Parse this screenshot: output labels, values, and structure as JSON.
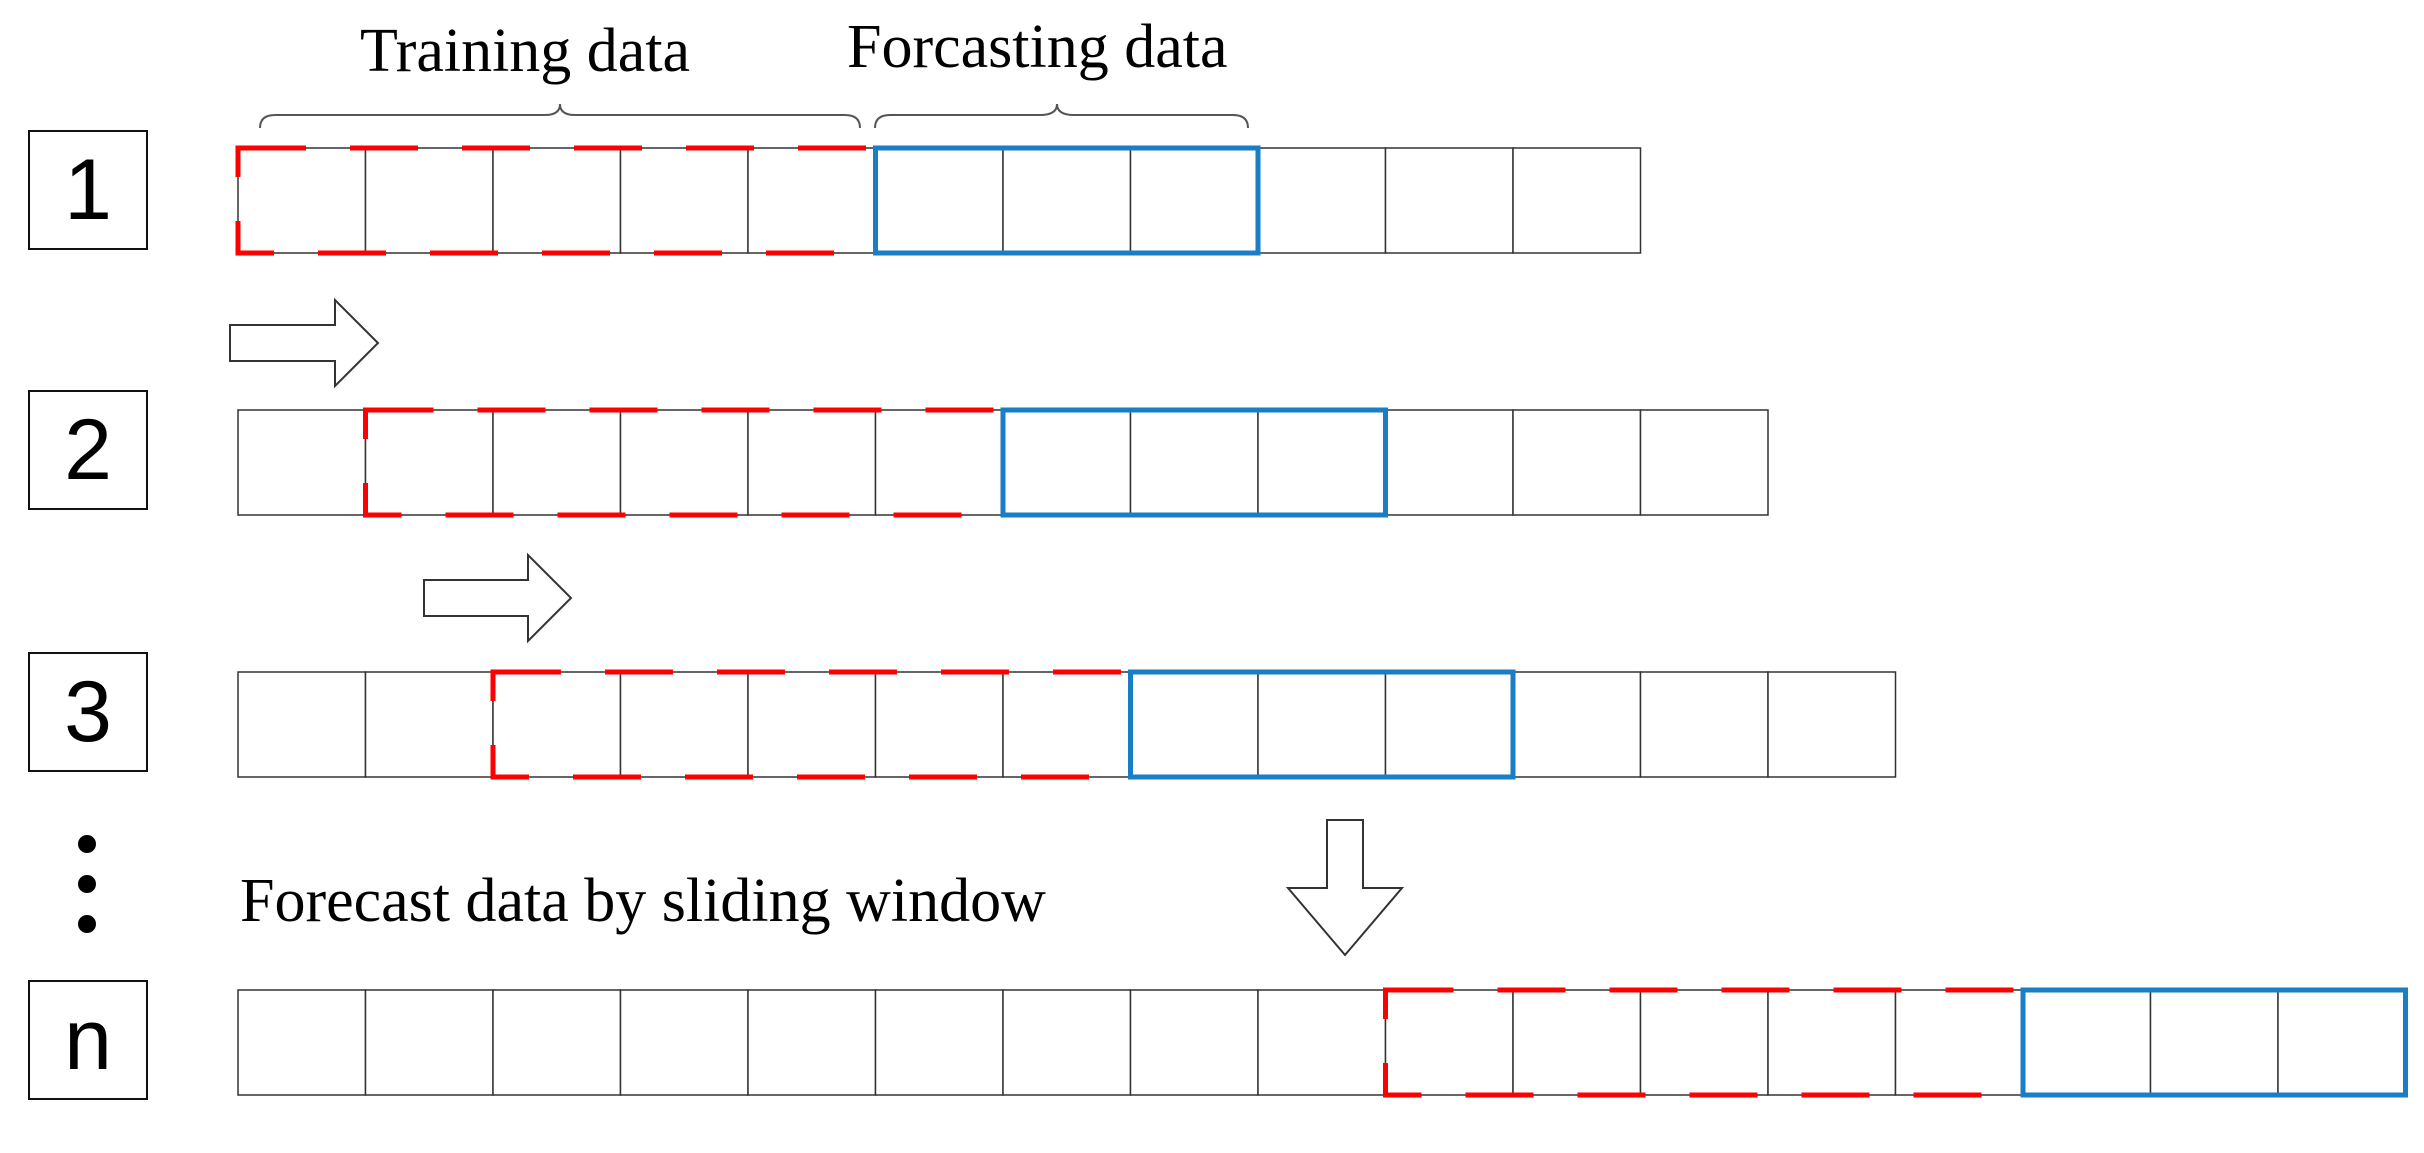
{
  "labels": {
    "training": "Training data",
    "forecasting": "Forcasting data",
    "caption": "Forecast  data by sliding window"
  },
  "steps": [
    {
      "label": "1",
      "offset": 0,
      "train_cells": 5,
      "forecast_cells": 3,
      "total_cells": 11
    },
    {
      "label": "2",
      "offset": 1,
      "train_cells": 5,
      "forecast_cells": 3,
      "total_cells": 12
    },
    {
      "label": "3",
      "offset": 2,
      "train_cells": 5,
      "forecast_cells": 3,
      "total_cells": 13
    },
    {
      "label": "n",
      "offset": 9,
      "train_cells": 5,
      "forecast_cells": 3,
      "total_cells": 17
    }
  ],
  "colors": {
    "training_window": "#ff0000",
    "forecast_window": "#1a7ec5",
    "cell_border": "#333333",
    "arrow_stroke": "#333333"
  },
  "ellipsis": "vertical-dots"
}
